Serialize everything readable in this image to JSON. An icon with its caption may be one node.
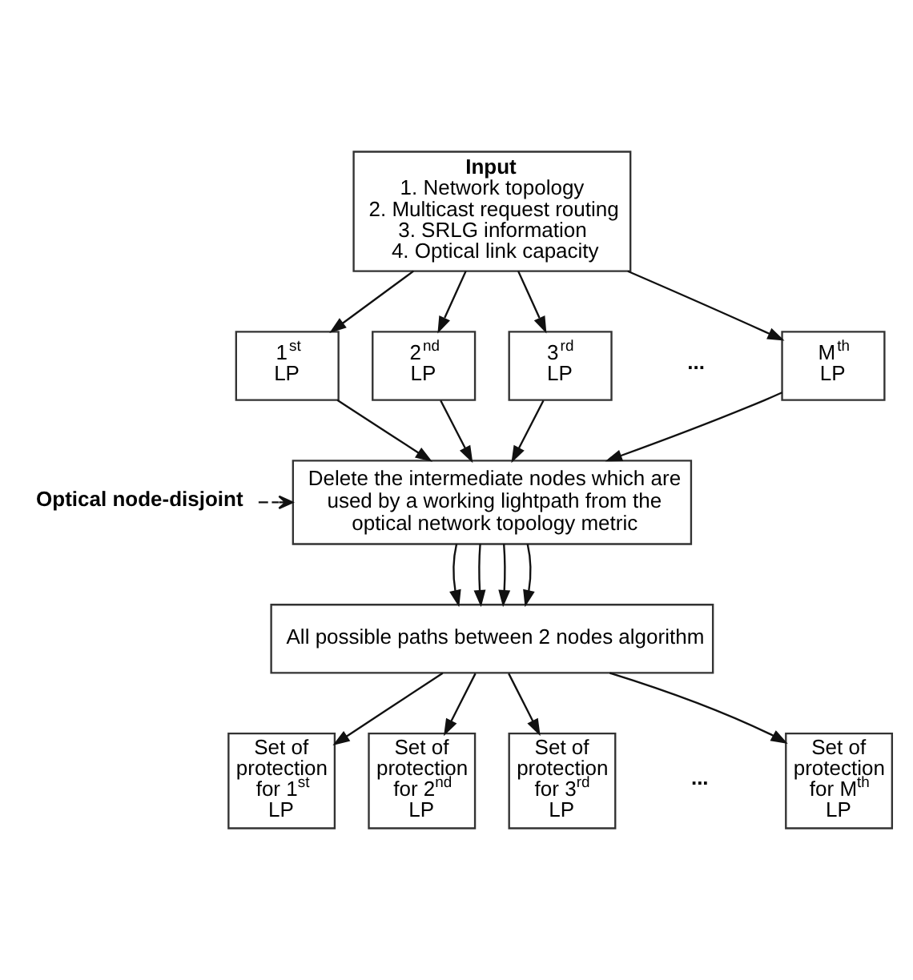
{
  "diagram": {
    "nodes": [
      {
        "text": [
          "Input",
          "1. Network topology",
          "2. Multicast request routing",
          "3. SRLG information",
          "4. Optical link capacity"
        ]
      },
      {
        "text": [
          "1$^{st}$ LP"
        ]
      },
      {
        "text": [
          "2$^{nd}$ LP"
        ]
      },
      {
        "text": [
          "3$^{rd}$ LP"
        ]
      },
      {
        "text": [
          "M$^{th}$ LP"
        ]
      },
      {
        "text": [
          "Optical node-disjoint"
        ]
      },
      {
        "text": [
          "Delete the intermediate nodes which are used by a working lightpath from the optical network topology metric"
        ]
      },
      {
        "text": [
          "All possible paths between 2 nodes algorithm"
        ]
      },
      {
        "text": [
          "Set of protection for 1$^{st}$ LP"
        ]
      },
      {
        "text": [
          "Set of protection for 2$^{nd}$ LP"
        ]
      },
      {
        "text": [
          "Set of protection for 3$^{rd}$ LP"
        ]
      },
      {
        "text": [
          "Set of protection for M$^{th}$ LP"
        ]
      }
    ],
    "edges": [
      {
        "from": 0,
        "to": 1,
        "arrow": "to"
      },
      {
        "from": 0,
        "to": 2,
        "arrow": "to"
      },
      {
        "from": 0,
        "to": 3,
        "arrow": "to"
      },
      {
        "from": 0,
        "to": 4,
        "arrow": "to"
      },
      {
        "from": 1,
        "to": 6,
        "arrow": "to"
      },
      {
        "from": 2,
        "to": 6,
        "arrow": "to"
      },
      {
        "from": 3,
        "to": 6,
        "arrow": "to"
      },
      {
        "from": 4,
        "to": 6,
        "arrow": "to"
      },
      {
        "from": 5,
        "to": 6,
        "arrow": "to",
        "style": "dashed"
      },
      {
        "from": 6,
        "to": 7,
        "arrow": "to"
      },
      {
        "from": 6,
        "to": 7,
        "arrow": "to"
      },
      {
        "from": 6,
        "to": 7,
        "arrow": "to"
      },
      {
        "from": 6,
        "to": 7,
        "arrow": "to"
      },
      {
        "from": 7,
        "to": 8,
        "arrow": "to"
      },
      {
        "from": 7,
        "to": 9,
        "arrow": "to"
      },
      {
        "from": 7,
        "to": 10,
        "arrow": "to"
      },
      {
        "from": 7,
        "to": 11,
        "arrow": "to"
      }
    ],
    "labels": [
      "...",
      "..."
    ]
  }
}
